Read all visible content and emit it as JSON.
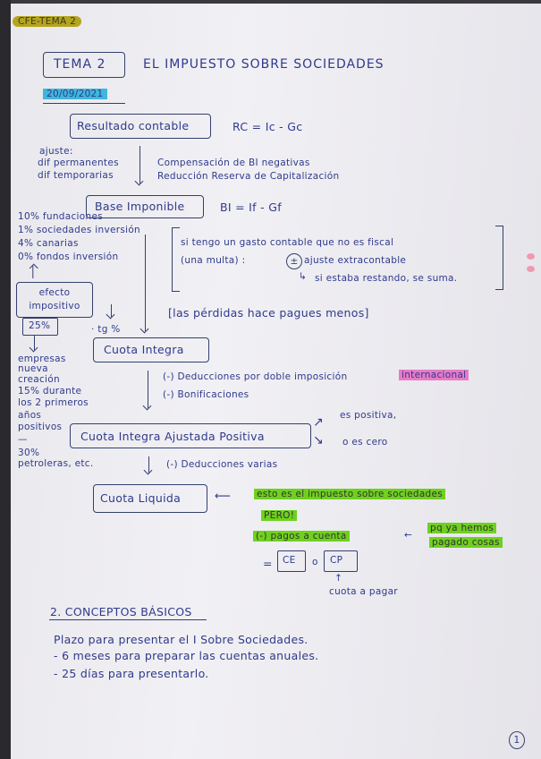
{
  "header_tag": "CFE-TEMA 2",
  "topic": {
    "label": "TEMA 2",
    "title": "EL IMPUESTO SOBRE SOCIEDADES",
    "date": "20/09/2021"
  },
  "resultado_contable": {
    "label": "Resultado contable",
    "formula": "RC = Ic - Gc"
  },
  "ajustes": {
    "title": "ajuste:",
    "items": [
      "dif permanentes",
      "dif temporarias"
    ]
  },
  "ajustes_right": [
    "Compensación de BI negativas",
    "Reducción Reserva de Capitalización"
  ],
  "base_imponible": {
    "label": "Base Imponible",
    "formula": "BI = If - Gf"
  },
  "tipos": [
    "10% fundaciones",
    "1% sociedades inversión",
    "4% canarias",
    "0% fondos inversión"
  ],
  "efecto_impositivo": "efecto impositivo",
  "tipo_general": "25%",
  "tg": "· tg %",
  "nota_gasto": {
    "line1": "si tengo un gasto contable que no es fiscal",
    "line2_prefix": "(una multa) :",
    "plus_minus": "±",
    "line2_suffix": "ajuste extracontable",
    "line3_arrow": "↳",
    "line3": "si estaba restando, se suma."
  },
  "nota_perdidas": "[las pérdidas hace pagues menos]",
  "empresas_nueva_creacion": [
    "empresas",
    "nueva",
    "creación",
    "15% durante",
    "los 2 primeros",
    "años",
    "positivos",
    "—",
    "30%",
    "petroleras, etc."
  ],
  "cuota_integra": {
    "label": "Cuota Integra",
    "deducciones": [
      "(-) Deducciones por doble imposición",
      "(-) Bonificaciones"
    ],
    "highlight": "internacional"
  },
  "cuota_integra_ajustada": {
    "label": "Cuota Integra Ajustada Positiva",
    "branches": [
      "es positiva,",
      "o es cero"
    ],
    "deducciones": "(-) Deducciones varias"
  },
  "cuota_liquida": {
    "label": "Cuota Liquida",
    "note_green": "esto es el impuesto sobre sociedades",
    "pero": "PERO!",
    "pagos": "(-) pagos a cuenta",
    "ya_hemos": [
      "pq ya hemos",
      "pagado cosas"
    ],
    "result_eq": "=",
    "ce": "CE",
    "o": "o",
    "cp": "CP",
    "cuota_a_pagar": "cuota a pagar"
  },
  "section2": {
    "heading": "2. CONCEPTOS BÁSICOS",
    "intro": "Plazo para presentar el I Sobre Sociedades.",
    "items": [
      "- 6 meses para preparar las cuentas anuales.",
      "- 25 días para presentarlo."
    ]
  },
  "page_number": "1",
  "colors": {
    "ink": "#2f3a8c",
    "olive_highlight": "#b4a51c",
    "cyan_highlight": "#3fb6dc",
    "pink_highlight": "#e87ac5",
    "green_highlight": "#6fd11e"
  }
}
